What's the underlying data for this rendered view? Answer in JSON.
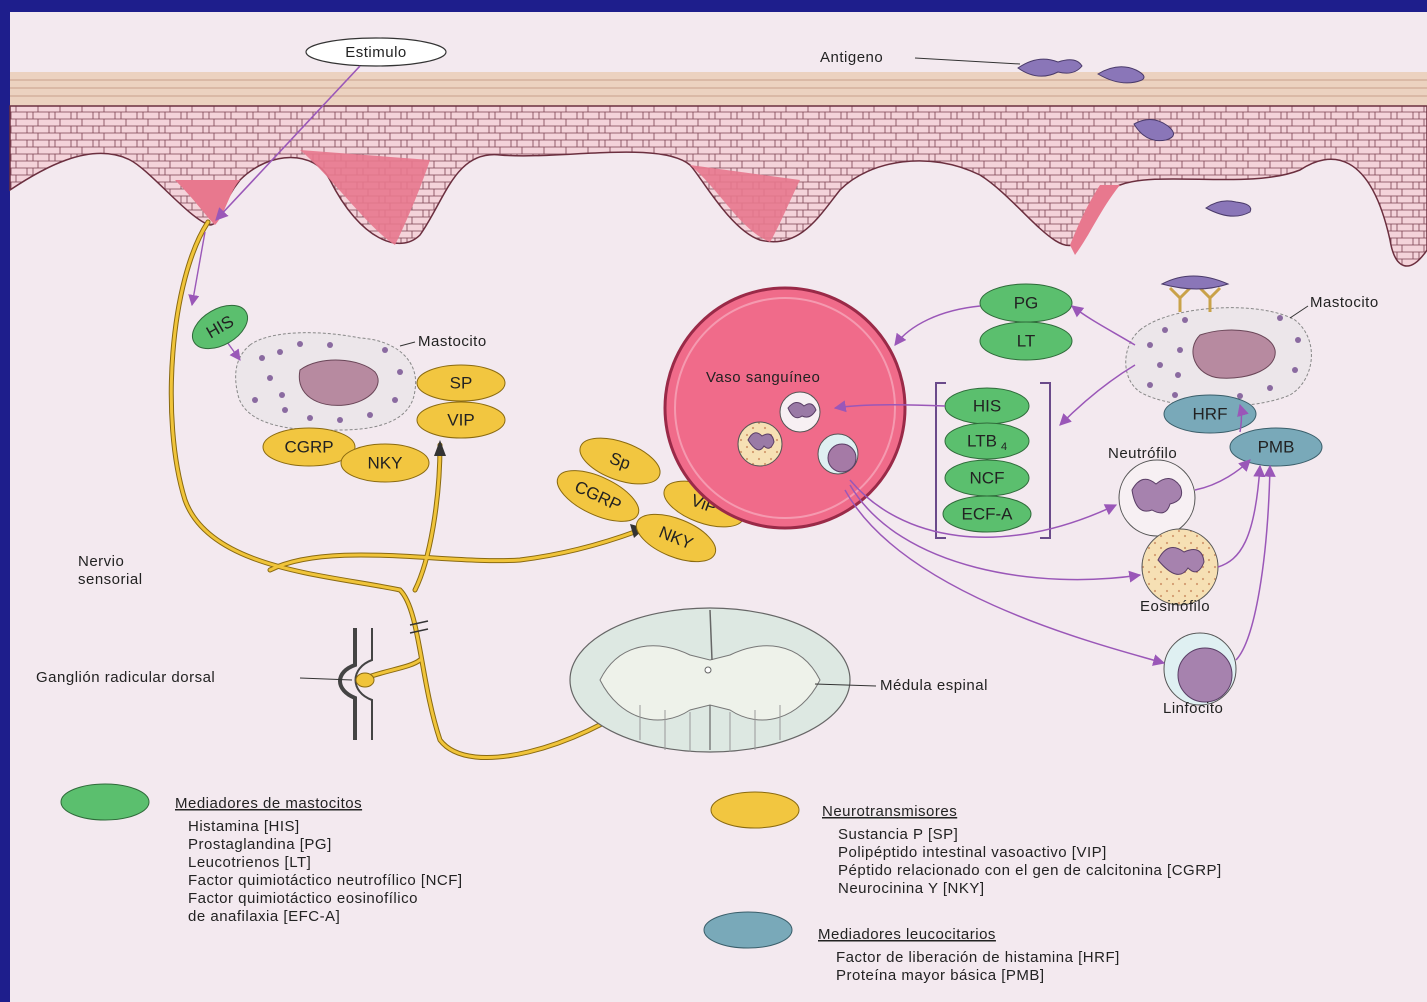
{
  "labels": {
    "stimulus": "Estimulo",
    "antigen": "Antigeno",
    "mast_cell_left": "Mastocito",
    "mast_cell_right": "Mastocito",
    "blood_vessel": "Vaso sanguíneo",
    "neutrophil": "Neutrófilo",
    "eosinophil": "Eosinófilo",
    "lymphocyte": "Linfocito",
    "sensory_nerve_1": "Nervio",
    "sensory_nerve_2": "sensorial",
    "dorsal_root_ganglion": "Ganglión radicular dorsal",
    "spinal_cord": "Médula espinal"
  },
  "pills": {
    "his_left": "HIS",
    "sp_left": "SP",
    "vip_left": "VIP",
    "cgrp_left": "CGRP",
    "nky_left": "NKY",
    "sp_mid": "Sp",
    "cgrp_mid": "CGRP",
    "vip_mid": "ViP",
    "nky_mid": "NKY",
    "pg": "PG",
    "lt": "LT",
    "his_mid": "HIS",
    "ltb4_main": "LTB",
    "ltb4_sub": "4",
    "ncf": "NCF",
    "ecfa": "ECF-A",
    "hrf": "HRF",
    "pmb": "PMB"
  },
  "legend": {
    "mast": {
      "title": "Mediadores de mastocitos",
      "items": [
        "Histamina [HIS]",
        "Prostaglandina [PG]",
        "Leucotrienos [LT]",
        "Factor quimiotáctico neutrofílico [NCF]",
        "Factor quimiotáctico eosinofílico",
        "de anafilaxia [EFC-A]"
      ]
    },
    "neuro": {
      "title": "Neurotransmisores",
      "items": [
        "Sustancia P [SP]",
        "Polipéptido intestinal vasoactivo [VIP]",
        "Péptido relacionado con el gen de calcitonina [CGRP]",
        "Neurocinina Y [NKY]"
      ]
    },
    "leuko": {
      "title": "Mediadores leucocitarios",
      "items": [
        "Factor de liberación de histamina [HRF]",
        "Proteína mayor básica [PMB]"
      ]
    }
  },
  "colors": {
    "green": "#5bbf6e",
    "yellow": "#f2c640",
    "blue": "#79a9b9",
    "tissue": "#f3cdd6",
    "vessel": "#f06b8a",
    "nerve": "#f0c43a",
    "arrow": "#9a57b8",
    "frame": "#1e1e8c",
    "paper": "#f3e9ef"
  }
}
